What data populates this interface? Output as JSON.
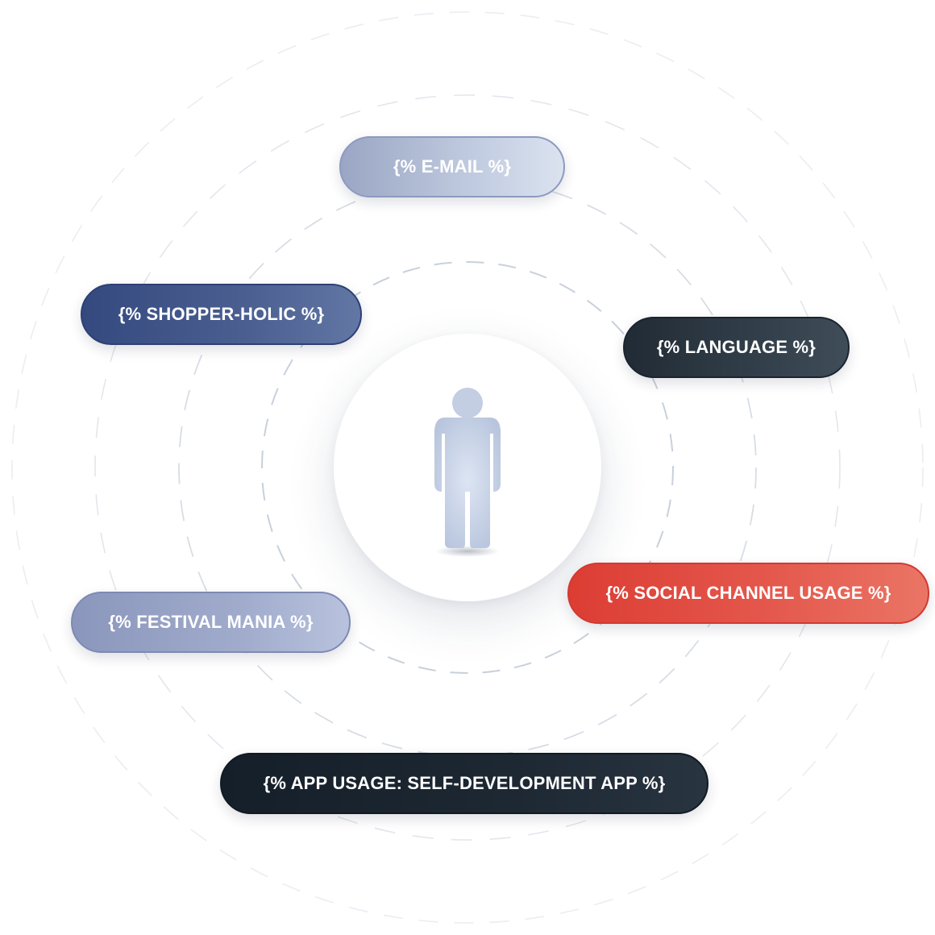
{
  "diagram": {
    "center": {
      "icon": "person-icon",
      "fill_color": "#c7d2e6"
    },
    "ring_color": "#c9d0dc",
    "tags": [
      {
        "id": "email",
        "label": "{% E-MAIL %}",
        "color": "#b3bed8"
      },
      {
        "id": "shopper",
        "label": "{% SHOPPER-HOLIC %}",
        "color": "#3d5186"
      },
      {
        "id": "language",
        "label": "{% LANGUAGE %}",
        "color": "#2a3540"
      },
      {
        "id": "social",
        "label": "{% SOCIAL CHANNEL USAGE %}",
        "color": "#e04a3f"
      },
      {
        "id": "festival",
        "label": "{% FESTIVAL MANIA %}",
        "color": "#98a4c6"
      },
      {
        "id": "app",
        "label": "{% APP USAGE: SELF-DEVELOPMENT APP %}",
        "color": "#1a242e"
      }
    ]
  }
}
